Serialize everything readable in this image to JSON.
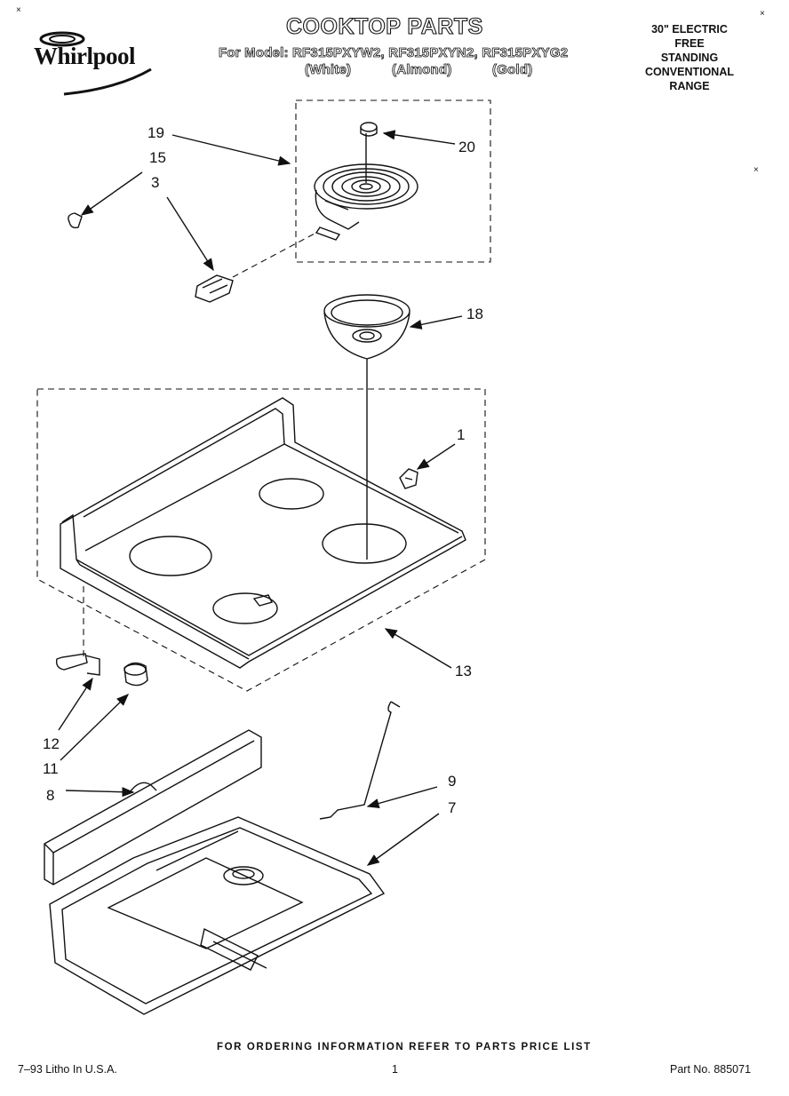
{
  "brand": {
    "name": "Whirlpool"
  },
  "header": {
    "title": "COOKTOP PARTS",
    "model_line": "For Model: RF315PXYW2, RF315PXYN2, RF315PXYG2",
    "colors": {
      "white": "(White)",
      "almond": "(Almond)",
      "gold": "(Gold)"
    },
    "spec": [
      "30\" ELECTRIC",
      "FREE",
      "STANDING",
      "CONVENTIONAL",
      "RANGE"
    ]
  },
  "callouts": [
    "19",
    "15",
    "3",
    "20",
    "18",
    "1",
    "13",
    "12",
    "11",
    "8",
    "9",
    "7"
  ],
  "footer": {
    "ordering": "FOR ORDERING INFORMATION REFER TO PARTS PRICE LIST",
    "litho": "7–93 Litho In U.S.A.",
    "page": "1",
    "part_no": "Part No. 885071"
  }
}
